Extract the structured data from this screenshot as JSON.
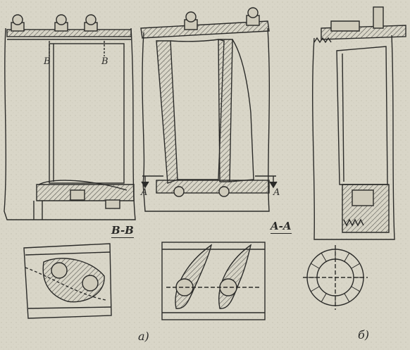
{
  "labels": {
    "left_section_mark_1": "B",
    "left_section_mark_2": "B",
    "section_bb": "B-B",
    "mid_arrow_left": "A",
    "mid_arrow_right": "A",
    "section_aa": "A-A",
    "caption_a": "a)",
    "caption_b": "б)"
  },
  "colors": {
    "paper": "#d9d6c8",
    "ink": "#2b2b29",
    "hatch": "#555550"
  }
}
